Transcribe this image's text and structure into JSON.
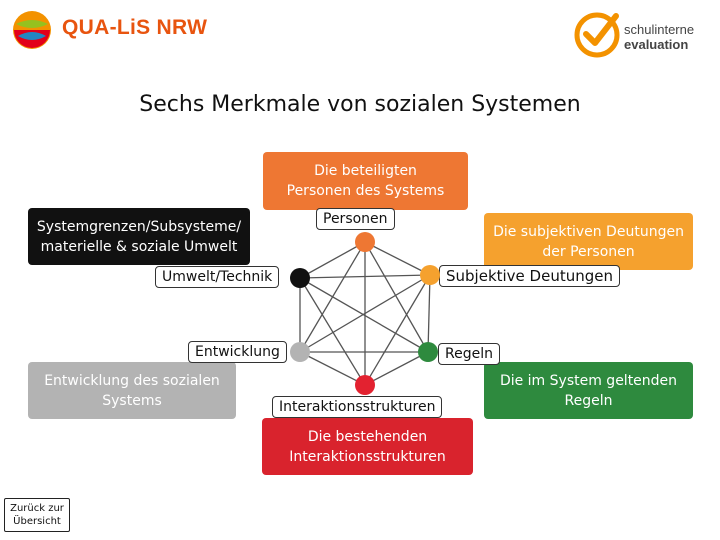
{
  "header": {
    "logo_left_text": "QUA-LiS NRW",
    "logo_right_line1": "schulinterne",
    "logo_right_line2": "evaluation"
  },
  "title": "Sechs Merkmale von sozialen Systemen",
  "merkmale": [
    {
      "id": "personen",
      "box_text": "Die beteiligten Personen des Systems",
      "label": "Personen",
      "color": "#ee7733",
      "node_color": "#ee7733"
    },
    {
      "id": "subjektive",
      "box_text": "Die subjektiven Deutungen der Personen",
      "label": "Subjektive Deutungen",
      "color": "#f5a12e",
      "node_color": "#f5a12e"
    },
    {
      "id": "regeln",
      "box_text": "Die im System geltenden Regeln",
      "label": "Regeln",
      "color": "#2e8a3e",
      "node_color": "#2e8a3e"
    },
    {
      "id": "interaktion",
      "box_text": "Die bestehenden Interaktionsstrukturen",
      "label": "Interaktionsstrukturen",
      "color": "#d9232d",
      "node_color": "#e32230"
    },
    {
      "id": "entwicklung",
      "box_text": "Entwicklung des sozialen Systems",
      "label": "Entwicklung",
      "color": "#b3b3b3",
      "node_color": "#b3b3b3"
    },
    {
      "id": "umwelt",
      "box_text": "Systemgrenzen/Subsysteme/ materielle & soziale Umwelt",
      "label": "Umwelt/Technik",
      "color": "#111111",
      "node_color": "#111111"
    }
  ],
  "back_button": {
    "line1": "Zurück zur",
    "line2": "Übersicht"
  }
}
